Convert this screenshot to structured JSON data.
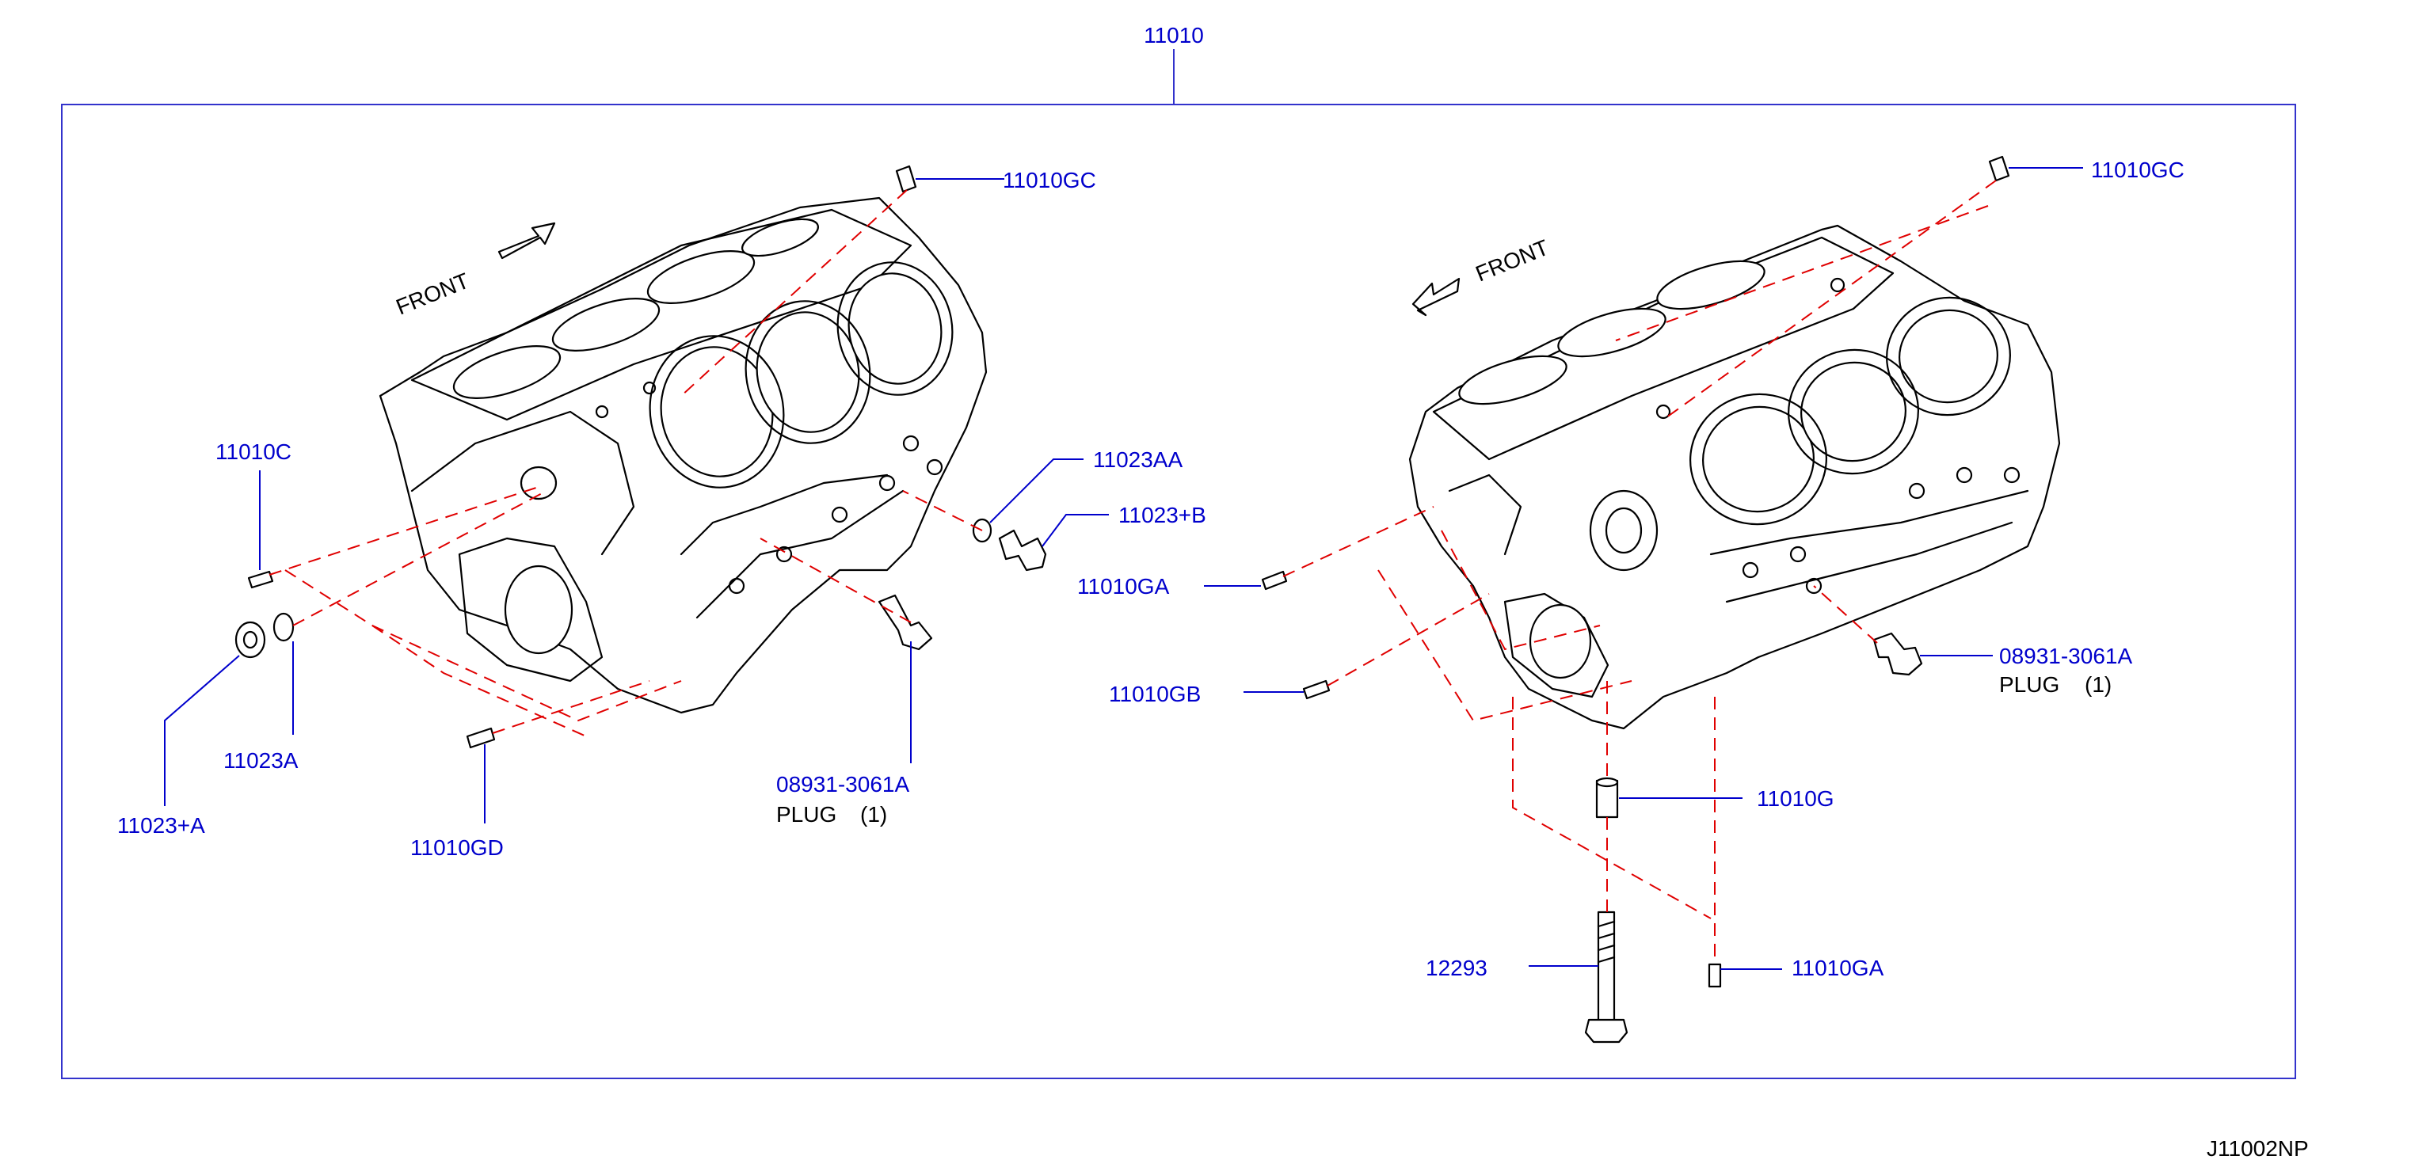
{
  "diagram": {
    "assembly_number": "11010",
    "drawing_id": "J11002NP",
    "front_label": "FRONT",
    "parts": {
      "l_gc": "11010GC",
      "l_c": "11010C",
      "l_aa": "11023AA",
      "l_b": "11023+B",
      "l_a": "11023A",
      "l_pa": "11023+A",
      "l_gd": "11010GD",
      "l_plug_num": "08931-3061A",
      "l_plug_txt": "PLUG",
      "l_plug_qty": "(1)",
      "r_gc": "11010GC",
      "r_ga1": "11010GA",
      "r_gb": "11010GB",
      "r_plug_num": "08931-3061A",
      "r_plug_txt": "PLUG",
      "r_plug_qty": "(1)",
      "r_g": "11010G",
      "r_bolt": "12293",
      "r_ga2": "11010GA"
    }
  }
}
